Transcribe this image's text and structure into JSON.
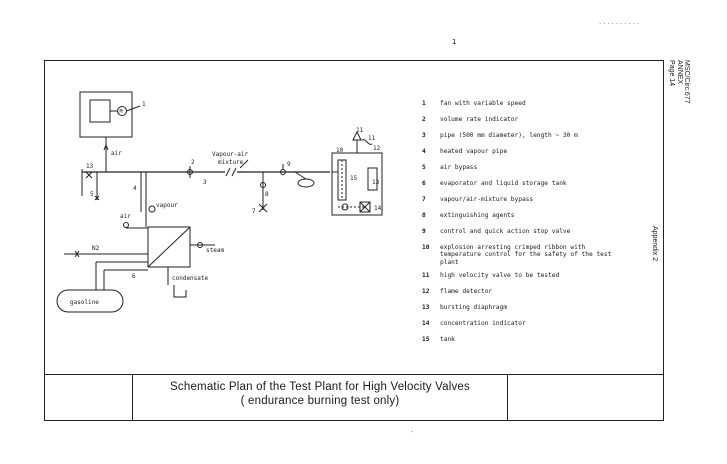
{
  "header": {
    "page_number": "1",
    "document_ref": [
      "MSC/Circ.677",
      "ANNEX",
      "Page 14"
    ],
    "appendix": "Appendix 2",
    "scribble": "..........",
    "footer_mark": "-"
  },
  "drawing": {
    "labels": {
      "air": "air",
      "vapour_air": "Vapour-air",
      "mixture": "mixture",
      "vapour": "vapour",
      "n2": "N2",
      "air_small": "air",
      "condensate": "condensate",
      "steam": "steam",
      "gasoline": "gasoline"
    },
    "numbers": [
      "1",
      "2",
      "3",
      "4",
      "5",
      "6",
      "7",
      "8",
      "9",
      "10",
      "11",
      "12",
      "13",
      "14",
      "15"
    ]
  },
  "legend": [
    {
      "num": "1",
      "text": "fan with variable speed"
    },
    {
      "num": "2",
      "text": "volume rate indicator"
    },
    {
      "num": "3",
      "text": "pipe (500 mm diameter), length ~ 30 m"
    },
    {
      "num": "4",
      "text": "heated vapour pipe"
    },
    {
      "num": "5",
      "text": "air bypass"
    },
    {
      "num": "6",
      "text": "evaporator and liquid storage tank"
    },
    {
      "num": "7",
      "text": "vapour/air-mixture bypass"
    },
    {
      "num": "8",
      "text": "extinguishing agents"
    },
    {
      "num": "9",
      "text": "control and quick action stop valve"
    },
    {
      "num": "10",
      "text": "explosion arresting crimped ribbon with temperature control for the safety of the test plant"
    },
    {
      "num": "11",
      "text": "high velocity valve to be tested"
    },
    {
      "num": "12",
      "text": "flame detector"
    },
    {
      "num": "13",
      "text": "bursting diaphragm"
    },
    {
      "num": "14",
      "text": "concentration indicator"
    },
    {
      "num": "15",
      "text": "tank"
    }
  ],
  "title": {
    "line1": "Schematic Plan of the Test Plant for High Velocity Valves",
    "line2": "( endurance burning test only)"
  }
}
